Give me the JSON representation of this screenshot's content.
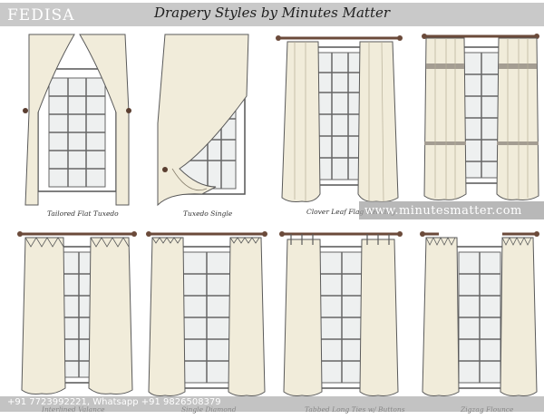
{
  "header": {
    "brand": "FEDISA",
    "title": "Drapery Styles by Minutes Matter"
  },
  "styles": [
    {
      "caption": "Tailored Flat Tuxedo"
    },
    {
      "caption": "Tuxedo Single"
    },
    {
      "caption": "Clover Leaf Flag Heading"
    },
    {
      "caption": "Interlined Valance"
    },
    {
      "caption": "Single Diamond"
    },
    {
      "caption": "Tabbed Long Ties w/ Buttons"
    },
    {
      "caption": "Zigzag Flounce"
    }
  ],
  "watermark": "www.minutesmatter.com",
  "contact": "+91 7723992221, Whatsapp +91 9826508379",
  "colors": {
    "fabric": "#f1ecda",
    "outline": "#5a5a5a",
    "rod": "#6b4a3a",
    "band": "#c9c9c9",
    "glass": "#eef0f0"
  }
}
